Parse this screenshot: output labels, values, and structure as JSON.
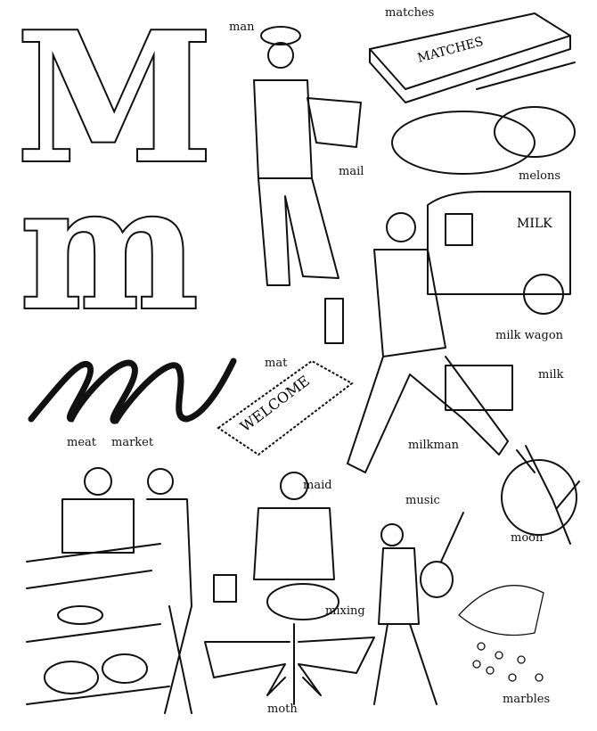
{
  "letters": {
    "upper": "M",
    "lower": "m",
    "cursive": "m"
  },
  "labels": {
    "man": "man",
    "matches": "matches",
    "mail": "mail",
    "melons": "melons",
    "milk_wagon": "milk wagon",
    "milk": "milk",
    "mat": "mat",
    "meat": "meat",
    "market": "market",
    "milkman": "milkman",
    "maid": "maid",
    "music": "music",
    "moon": "moon",
    "mixing": "mixing",
    "moth": "moth",
    "marbles": "marbles"
  },
  "illustration_text": {
    "matches_box": "MATCHES",
    "truck": "MILK",
    "mat": "WELCOME"
  }
}
